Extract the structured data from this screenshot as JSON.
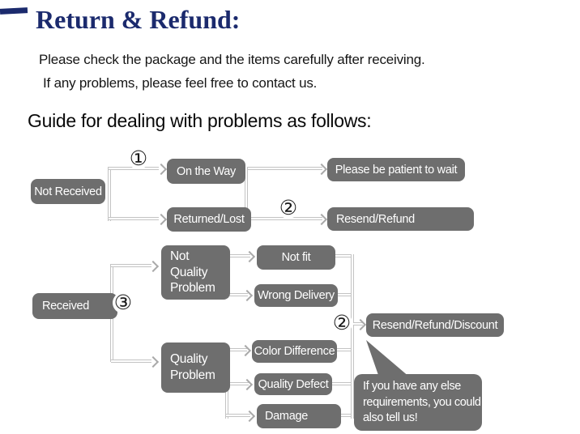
{
  "header": {
    "title": "Return & Refund:",
    "intro_line1": "Please check the package and the items carefully after receiving.",
    "intro_line2": "If any problems, please feel free to contact us.",
    "guide_heading": "Guide for dealing with problems as follows:"
  },
  "steps": {
    "one": "①",
    "two": "②",
    "three": "③"
  },
  "flow": {
    "not_received": "Not Received",
    "on_the_way": "On the Way",
    "please_wait": "Please be patient to wait",
    "returned_lost": "Returned/Lost",
    "resend_refund": "Resend/Refund",
    "received": "Received",
    "nqp_lines": [
      "Not",
      "Quality",
      "Problem"
    ],
    "not_fit": "Not fit",
    "wrong_delivery": "Wrong Delivery",
    "qp_lines": [
      "Quality",
      "Problem"
    ],
    "color_difference": "Color Difference",
    "quality_defect": "Quality Defect",
    "damage": "Damage",
    "resend_refund_discount": "Resend/Refund/Discount",
    "bubble_lines": [
      "If you have any else",
      "requirements, you could",
      "also tell us!"
    ]
  },
  "colors": {
    "title_navy": "#1b2a6d",
    "box_gray": "#6e6e6e",
    "line_gray": "#c3c3c3",
    "arrow_gray": "#a9a9a9"
  }
}
